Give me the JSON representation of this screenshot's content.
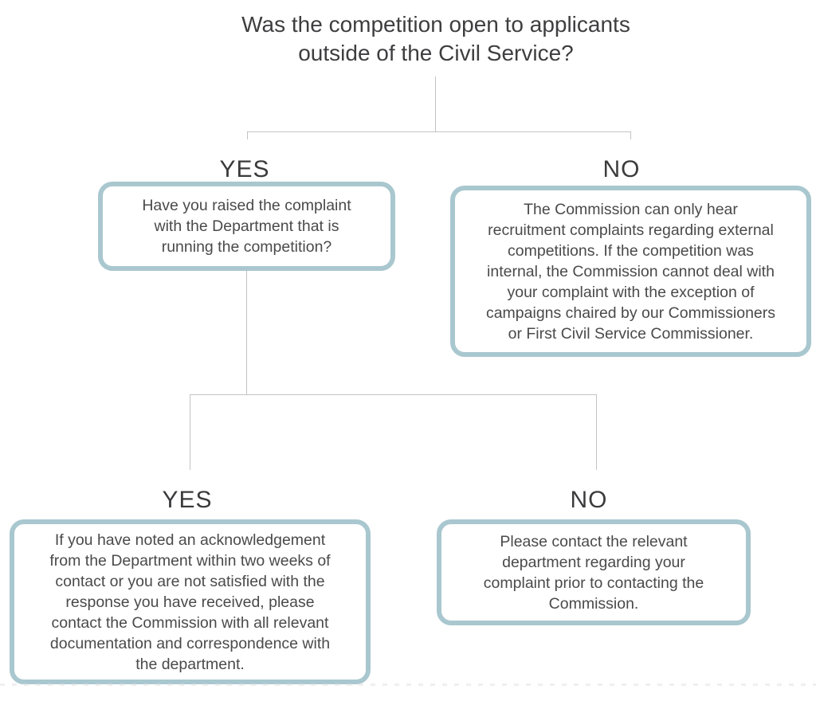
{
  "title": "Was the competition open to applicants\noutside of the Civil Service?",
  "colors": {
    "box_border": "#a9c7cf",
    "connector_line": "#c3c3c3",
    "title_text": "#3e3e40",
    "body_text": "#4a4a4a"
  },
  "level1": {
    "yes": {
      "label": "YES",
      "text": "Have you raised the complaint\nwith the Department that is\nrunning the competition?"
    },
    "no": {
      "label": "NO",
      "text": "The Commission can only hear\nrecruitment complaints regarding external\ncompetitions. If the competition was\ninternal, the Commission cannot deal with\nyour complaint with the exception of\ncampaigns chaired by our Commissioners\nor First Civil Service Commissioner."
    }
  },
  "level2": {
    "yes": {
      "label": "YES",
      "text": "If you have noted an acknowledgement\nfrom the Department within two weeks of\ncontact or you are not satisfied with the\nresponse you have received, please\ncontact the Commission with all relevant\ndocumentation and correspondence with\nthe department."
    },
    "no": {
      "label": "NO",
      "text": "Please contact the relevant\ndepartment regarding your\ncomplaint prior to contacting the\nCommission."
    }
  }
}
